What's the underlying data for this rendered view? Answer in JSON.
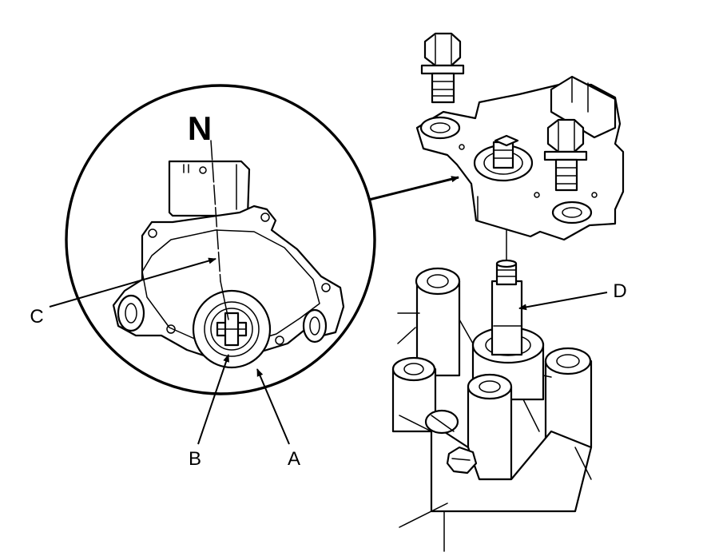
{
  "diagram": {
    "position_mark": "N",
    "callouts": {
      "a": "A",
      "b": "B",
      "c": "C",
      "d": "D"
    }
  }
}
